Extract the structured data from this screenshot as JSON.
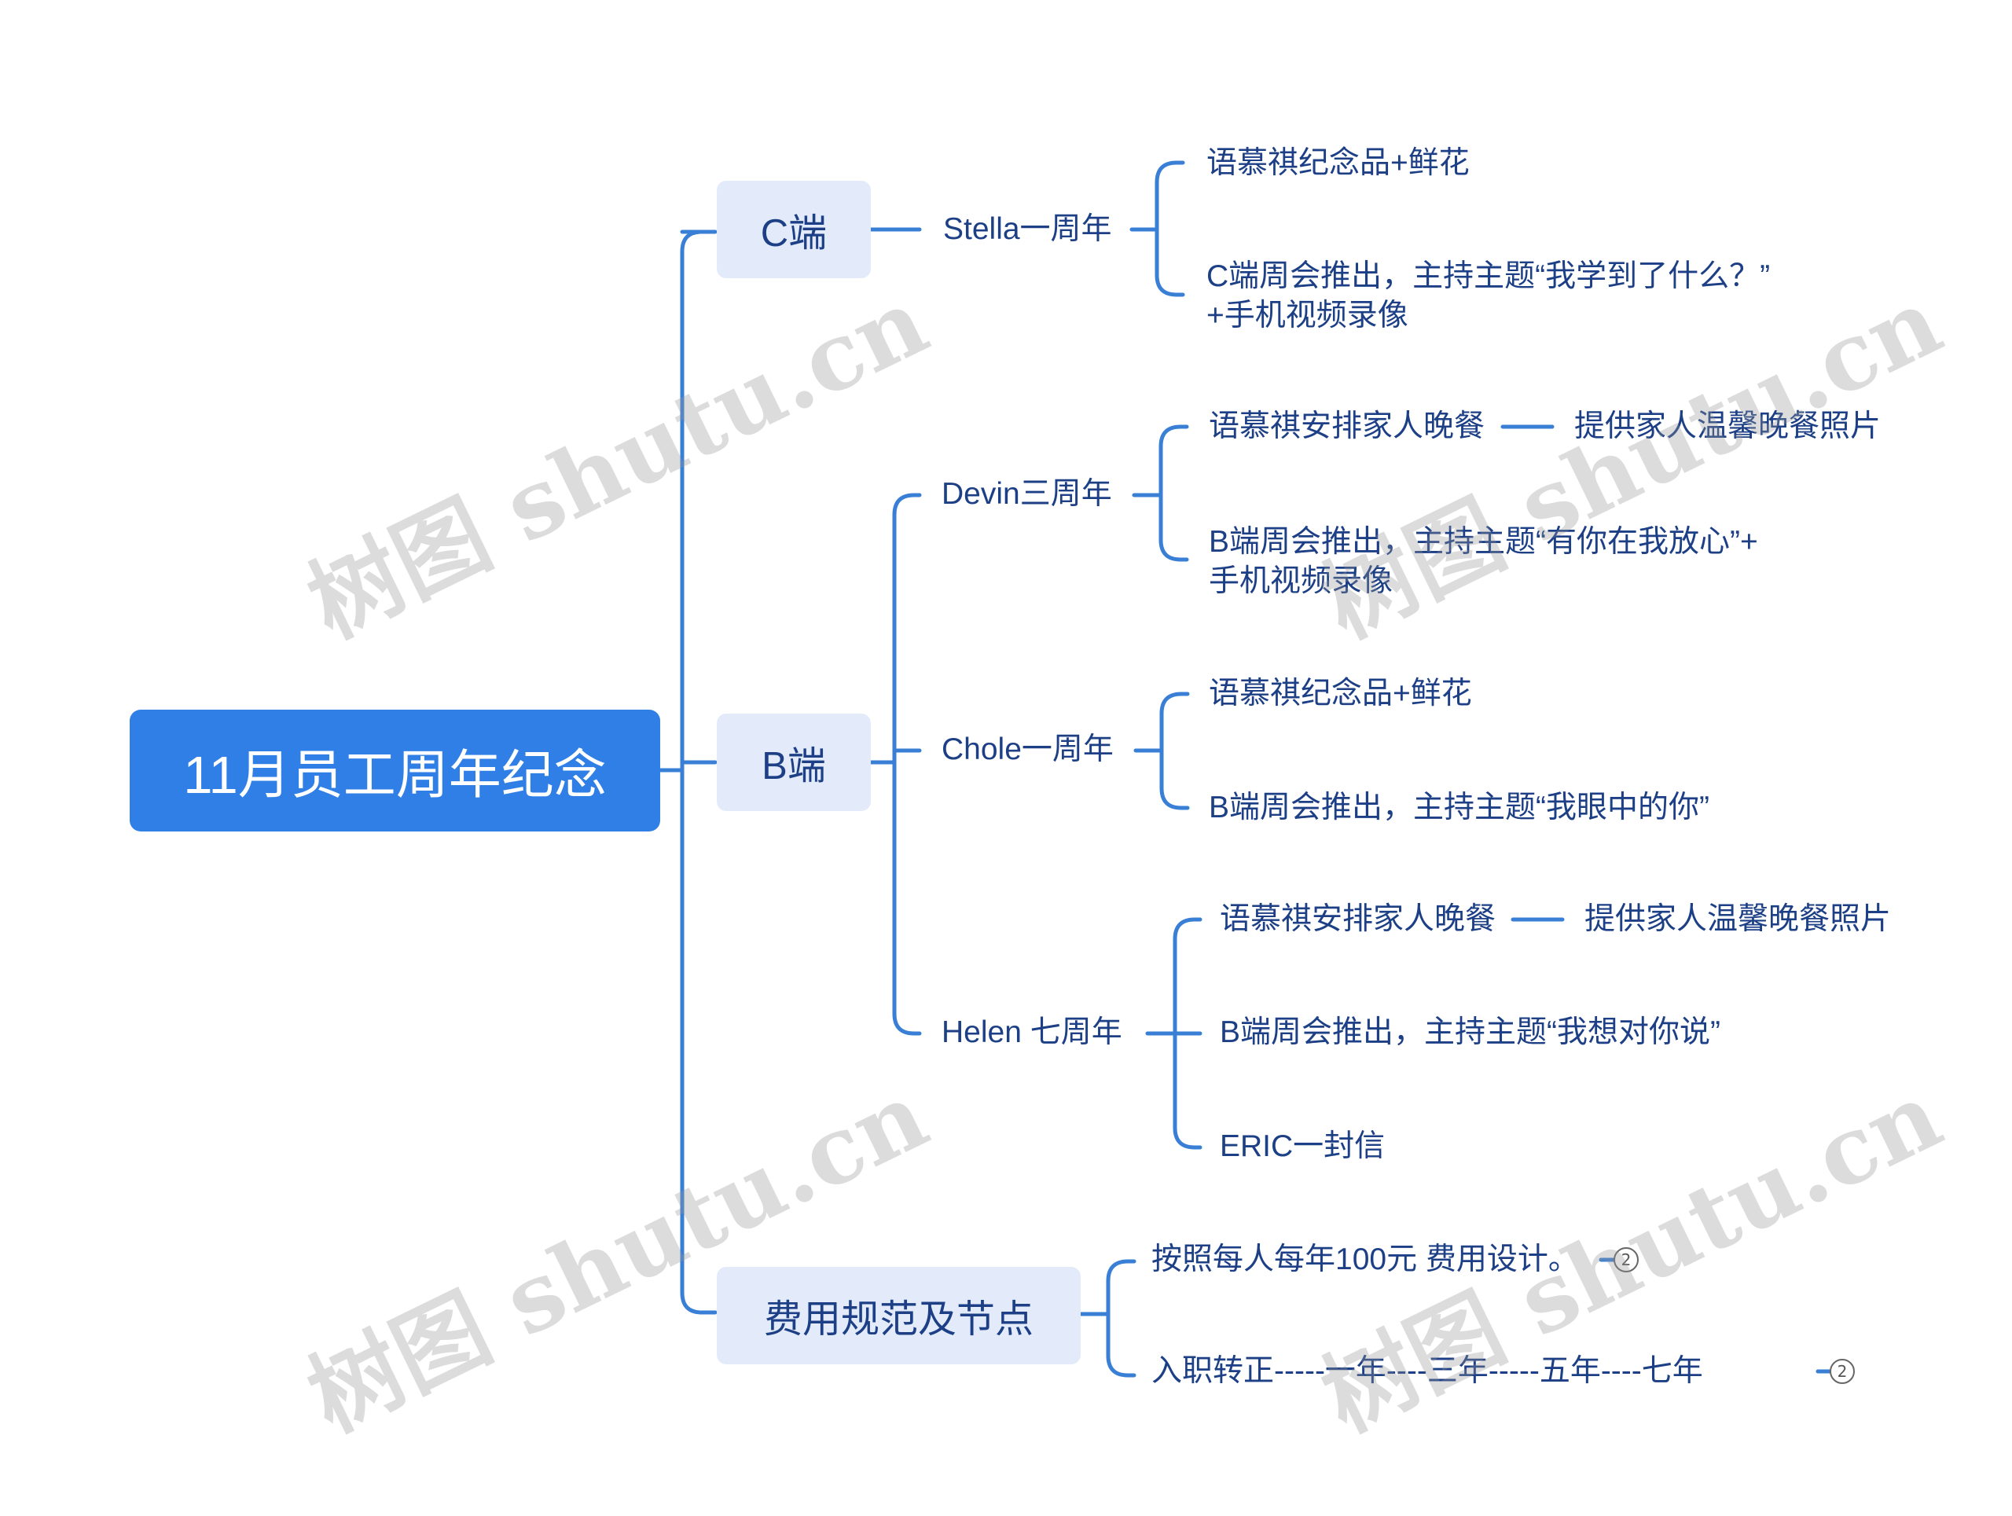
{
  "root": {
    "title": "11月员工周年纪念"
  },
  "branches": {
    "c": {
      "label": "C端",
      "stella": {
        "label": "Stella一周年",
        "gift": "语慕祺纪念品+鲜花",
        "meeting_line1": "C端周会推出，主持主题“我学到了什么？”",
        "meeting_line2": "+手机视频录像"
      }
    },
    "b": {
      "label": "B端",
      "devin": {
        "label": "Devin三周年",
        "dinner": "语慕祺安排家人晚餐",
        "photo": "提供家人温馨晚餐照片",
        "meeting_line1": "B端周会推出，主持主题“有你在我放心”+",
        "meeting_line2": "手机视频录像"
      },
      "chole": {
        "label": "Chole一周年",
        "gift": "语慕祺纪念品+鲜花",
        "meeting": "B端周会推出，主持主题“我眼中的你”"
      },
      "helen": {
        "label": "Helen 七周年",
        "dinner": "语慕祺安排家人晚餐",
        "photo": "提供家人温馨晚餐照片",
        "meeting": "B端周会推出，主持主题“我想对你说”",
        "letter": "ERIC一封信"
      }
    },
    "cost": {
      "label": "费用规范及节点",
      "budget": "按照每人每年100元 费用设计。",
      "budget_badge": "2",
      "milestones": "入职转正-----一年----三年-----五年----七年",
      "milestones_badge": "2"
    }
  },
  "watermark": "树图 shutu.cn",
  "colors": {
    "root_bg": "#2f7fe6",
    "branch_bg": "#e3ebfb",
    "line": "#3a7fd6",
    "text": "#1c3f86"
  }
}
